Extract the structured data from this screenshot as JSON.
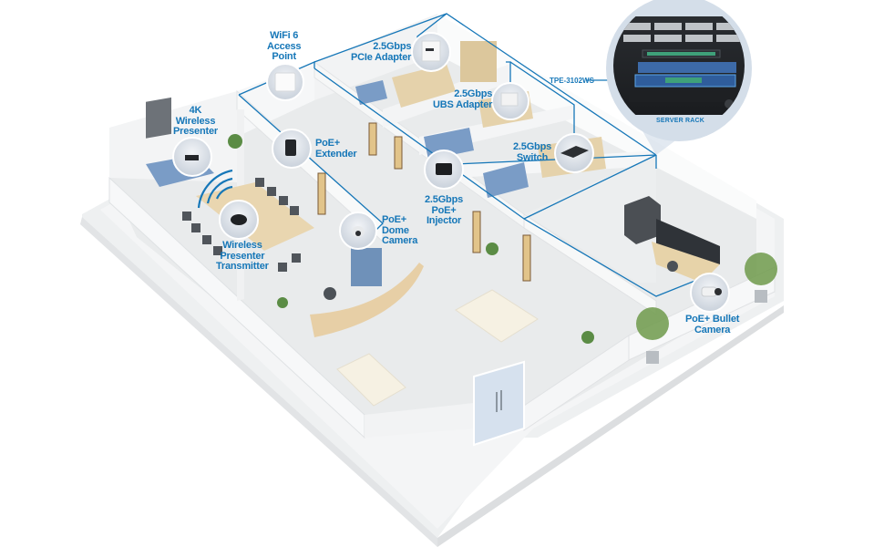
{
  "diagram": {
    "accent_color": "#1677b8",
    "devices": [
      {
        "id": "wifi6-ap",
        "lines": [
          "WiFi 6",
          "Access",
          "Point"
        ],
        "icon": "ceiling-access-point-icon"
      },
      {
        "id": "pcie-adapter",
        "lines": [
          "2.5Gbps",
          "PCIe Adapter"
        ],
        "icon": "pcie-card-icon"
      },
      {
        "id": "usb-adapter",
        "lines": [
          "2.5Gbps",
          "UBS Adapter"
        ],
        "icon": "usb-adapter-icon"
      },
      {
        "id": "wireless-presenter",
        "lines": [
          "4K",
          "Wireless",
          "Presenter"
        ],
        "icon": "wireless-presenter-icon"
      },
      {
        "id": "poe-extender",
        "lines": [
          "PoE+",
          "Extender"
        ],
        "icon": "poe-extender-icon"
      },
      {
        "id": "presenter-transmitter",
        "lines": [
          "Wireless",
          "Presenter",
          "Transmitter"
        ],
        "icon": "presenter-transmitter-icon"
      },
      {
        "id": "dome-camera",
        "lines": [
          "PoE+",
          "Dome",
          "Camera"
        ],
        "icon": "dome-camera-icon"
      },
      {
        "id": "poe-injector",
        "lines": [
          "2.5Gbps",
          "PoE+",
          "Injector"
        ],
        "icon": "poe-injector-icon"
      },
      {
        "id": "switch",
        "lines": [
          "2.5Gbps",
          "Switch"
        ],
        "icon": "network-switch-icon"
      },
      {
        "id": "bullet-camera",
        "lines": [
          "PoE+ Bullet",
          "Camera"
        ],
        "icon": "bullet-camera-icon"
      }
    ],
    "server_rack": {
      "title": "SERVER RACK",
      "model": "TPE-3102WS"
    }
  }
}
